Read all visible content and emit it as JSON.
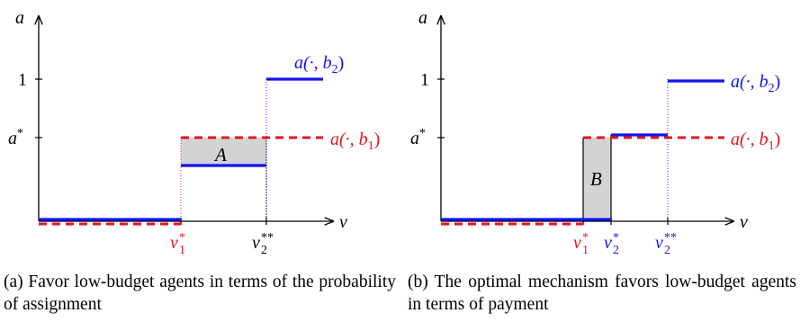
{
  "colors": {
    "blue": "#1414f0",
    "red": "#e8141e",
    "gray_fill": "#d3d3d3",
    "black": "#000000"
  },
  "panel_a": {
    "y_axis_label": "a",
    "x_axis_label": "v",
    "y_tick_1": "1",
    "y_tick_astar": "a",
    "y_tick_astar_sup": "*",
    "x_tick_v1": "v",
    "x_tick_v1_sub": "1",
    "x_tick_v1_sup": "*",
    "x_tick_v2": "v",
    "x_tick_v2_sub": "2",
    "x_tick_v2_sup": "**",
    "series_b2_label": "a(·, b",
    "series_b2_sub": "2",
    "series_b1_label": "a(·, b",
    "series_b1_sub": "1",
    "close_paren": ")",
    "region_label": "A"
  },
  "panel_b": {
    "y_axis_label": "a",
    "x_axis_label": "v",
    "y_tick_1": "1",
    "y_tick_astar": "a",
    "y_tick_astar_sup": "*",
    "x_tick_v1": "v",
    "x_tick_v1_sub": "1",
    "x_tick_v1_sup": "*",
    "x_tick_v2s": "v",
    "x_tick_v2s_sub": "2",
    "x_tick_v2s_sup": "*",
    "x_tick_v2": "v",
    "x_tick_v2_sub": "2",
    "x_tick_v2_sup": "**",
    "series_b2_label": "a(·, b",
    "series_b2_sub": "2",
    "series_b1_label": "a(·, b",
    "series_b1_sub": "1",
    "close_paren": ")",
    "region_label": "B"
  },
  "captions": {
    "a": "(a) Favor low-budget agents in terms of the probability of assignment",
    "b": "(b) The optimal mechanism favors low-budget agents in terms of payment"
  }
}
